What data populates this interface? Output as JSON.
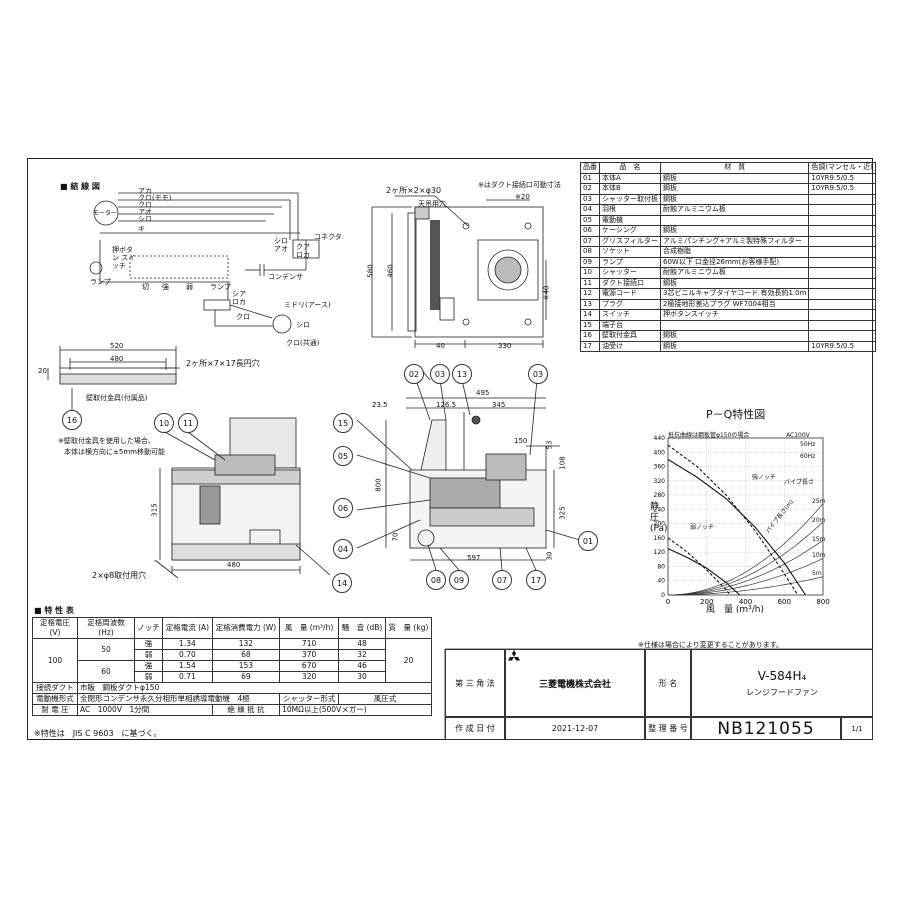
{
  "wiring": {
    "title": "■ 結 線 図",
    "wire_labels": [
      "アカ",
      "クロ(モモ)",
      "クロ",
      "アオ",
      "シロ",
      "キ"
    ],
    "motor": "モーター",
    "switch": "押ボタン スイッチ",
    "lamp": "ランプ",
    "switch_positions": [
      "切",
      "強",
      "弱",
      "ランプ"
    ],
    "connector": "コネクタ",
    "right_labels": [
      "シロ",
      "アオ",
      "クア",
      "ロカ"
    ],
    "condenser": "コンデンサ",
    "plug_labels": [
      "シア",
      "ロカ",
      "ミドリ(アース)",
      "クロ",
      "シロ",
      "クロ(共通)"
    ]
  },
  "top_view": {
    "hole_note": "2ヶ所×2×φ30",
    "hole_sub": "天吊用穴",
    "duct_note": "※はダクト接続口可動寸法",
    "dims": [
      "※20",
      "580",
      "460",
      "※40",
      "40",
      "330"
    ]
  },
  "mount_view": {
    "dims": [
      "520",
      "480",
      "20"
    ],
    "slot_note": "2ヶ所×7×17長円穴",
    "fixture_label": "壁取付金具(付属品)",
    "bubble": "16"
  },
  "front_view": {
    "bubbles": [
      "10",
      "11",
      "14"
    ],
    "note1": "※壁取付金具を使用した場合、",
    "note2": "本体は横方向に±5mm移動可能",
    "dims": [
      "315",
      "480"
    ],
    "hole_note": "2×φ8取付用穴"
  },
  "side_view": {
    "bubbles_top": [
      "02",
      "03",
      "13",
      "03"
    ],
    "bubbles_left": [
      "15",
      "05",
      "06",
      "04"
    ],
    "bubbles_bottom": [
      "08",
      "09",
      "07",
      "17"
    ],
    "bubble_right": "01",
    "dims": [
      "495",
      "23.5",
      "126.5",
      "345",
      "150",
      "53",
      "108",
      "800",
      "325",
      "70",
      "597",
      "30"
    ]
  },
  "parts_table": {
    "headers": [
      "品番",
      "品　名",
      "材　質",
      "色調(マンセル・近)"
    ],
    "rows": [
      [
        "01",
        "本体A",
        "鋼板",
        "10YR9.5/0.5"
      ],
      [
        "02",
        "本体B",
        "鋼板",
        "10YR9.5/0.5"
      ],
      [
        "03",
        "シャッター取付板",
        "鋼板",
        ""
      ],
      [
        "04",
        "羽根",
        "耐蝕アルミニウム板",
        ""
      ],
      [
        "05",
        "電動機",
        "",
        ""
      ],
      [
        "06",
        "ケーシング",
        "鋼板",
        ""
      ],
      [
        "07",
        "グリスフィルター",
        "アルミパンチング+アルミ製特殊フィルター",
        ""
      ],
      [
        "08",
        "ソケット",
        "合成樹脂",
        ""
      ],
      [
        "09",
        "ランプ",
        "60W以下 口金径26mm(お客様手配)",
        ""
      ],
      [
        "10",
        "シャッター",
        "耐蝕アルミニウム板",
        ""
      ],
      [
        "11",
        "ダクト接続口",
        "鋼板",
        ""
      ],
      [
        "12",
        "電源コード",
        "3芯ビニルキャブタイヤコード 有効長約1.0m",
        ""
      ],
      [
        "13",
        "プラグ",
        "2極接地形差込プラグ WF7004相当",
        ""
      ],
      [
        "14",
        "スイッチ",
        "押ボタンスイッチ",
        ""
      ],
      [
        "15",
        "端子台",
        "",
        ""
      ],
      [
        "16",
        "壁取付金具",
        "鋼板",
        ""
      ],
      [
        "17",
        "油受け",
        "鋼板",
        "10YR9.5/0.5"
      ]
    ]
  },
  "chart_data": {
    "type": "line",
    "title": "P－Q特性図",
    "xlabel": "風　量 (m³/h)",
    "ylabel": "静圧 (Pa)",
    "xlim": [
      0,
      800
    ],
    "ylim": [
      0,
      440
    ],
    "x_ticks": [
      "0",
      "200",
      "400",
      "600",
      "800"
    ],
    "y_ticks": [
      "0",
      "40",
      "80",
      "120",
      "160",
      "200",
      "240",
      "280",
      "320",
      "360",
      "400",
      "440"
    ],
    "legend": [
      "AC100V",
      "50Hz",
      "60Hz"
    ],
    "annotations": [
      "抵抗曲線は鋼板管φ150の場合",
      "強ノッチ",
      "弱ノッチ",
      "パイプ長さ",
      "パイプ長さ(m)",
      "25m",
      "20m",
      "15m",
      "10m",
      "5m"
    ],
    "series": [
      {
        "name": "強ノッチ 50Hz",
        "x": [
          0,
          150,
          300,
          450,
          600,
          710
        ],
        "y": [
          380,
          330,
          270,
          190,
          90,
          0
        ]
      },
      {
        "name": "強ノッチ 60Hz",
        "x": [
          0,
          150,
          300,
          450,
          600,
          670
        ],
        "y": [
          420,
          360,
          280,
          180,
          60,
          0
        ]
      },
      {
        "name": "弱ノッチ 50Hz",
        "x": [
          0,
          100,
          200,
          300,
          370
        ],
        "y": [
          130,
          105,
          75,
          35,
          0
        ]
      },
      {
        "name": "弱ノッチ 60Hz",
        "x": [
          0,
          100,
          200,
          300,
          320
        ],
        "y": [
          160,
          120,
          70,
          15,
          0
        ]
      }
    ]
  },
  "notice": "※仕様は場合により変更することがあります。",
  "spec": {
    "title": "■ 特 性 表",
    "headers": [
      "定格電圧 (V)",
      "定格周波数 (Hz)",
      "ノッチ",
      "定格電流 (A)",
      "定格消費電力 (W)",
      "風　量 (m³/h)",
      "騒　音 (dB)",
      "質　量 (kg)"
    ],
    "voltage": "100",
    "weight": "20",
    "freq": [
      "50",
      "60"
    ],
    "rows": [
      [
        "強",
        "1.34",
        "132",
        "710",
        "48"
      ],
      [
        "弱",
        "0.70",
        "68",
        "370",
        "32"
      ],
      [
        "強",
        "1.54",
        "153",
        "670",
        "46"
      ],
      [
        "弱",
        "0.71",
        "69",
        "320",
        "30"
      ]
    ],
    "extra": [
      [
        "接続ダクト",
        "市販　鋼板ダクトφ150"
      ],
      [
        "電動機形式",
        "全閉形コンデンサ永久分相形単相誘導電動機　4極",
        "シャッター形式",
        "風圧式"
      ],
      [
        "耐 電 圧",
        "AC　1000V　1分間",
        "絶 縁 抵 抗",
        "10MΩ以上(500Vメガー)"
      ]
    ],
    "footnote": "※特性は　JIS C 9603　に基づく。"
  },
  "title_block": {
    "projection": "第 三 角 法",
    "company": "三菱電機株式会社",
    "model_label": "形 名",
    "model": "V-584H₄",
    "product": "レンジフードファン",
    "date_label": "作 成 日 付",
    "date": "2021-12-07",
    "doc_label": "整 理 番 号",
    "doc_no": "NB121055",
    "page": "1/1"
  }
}
